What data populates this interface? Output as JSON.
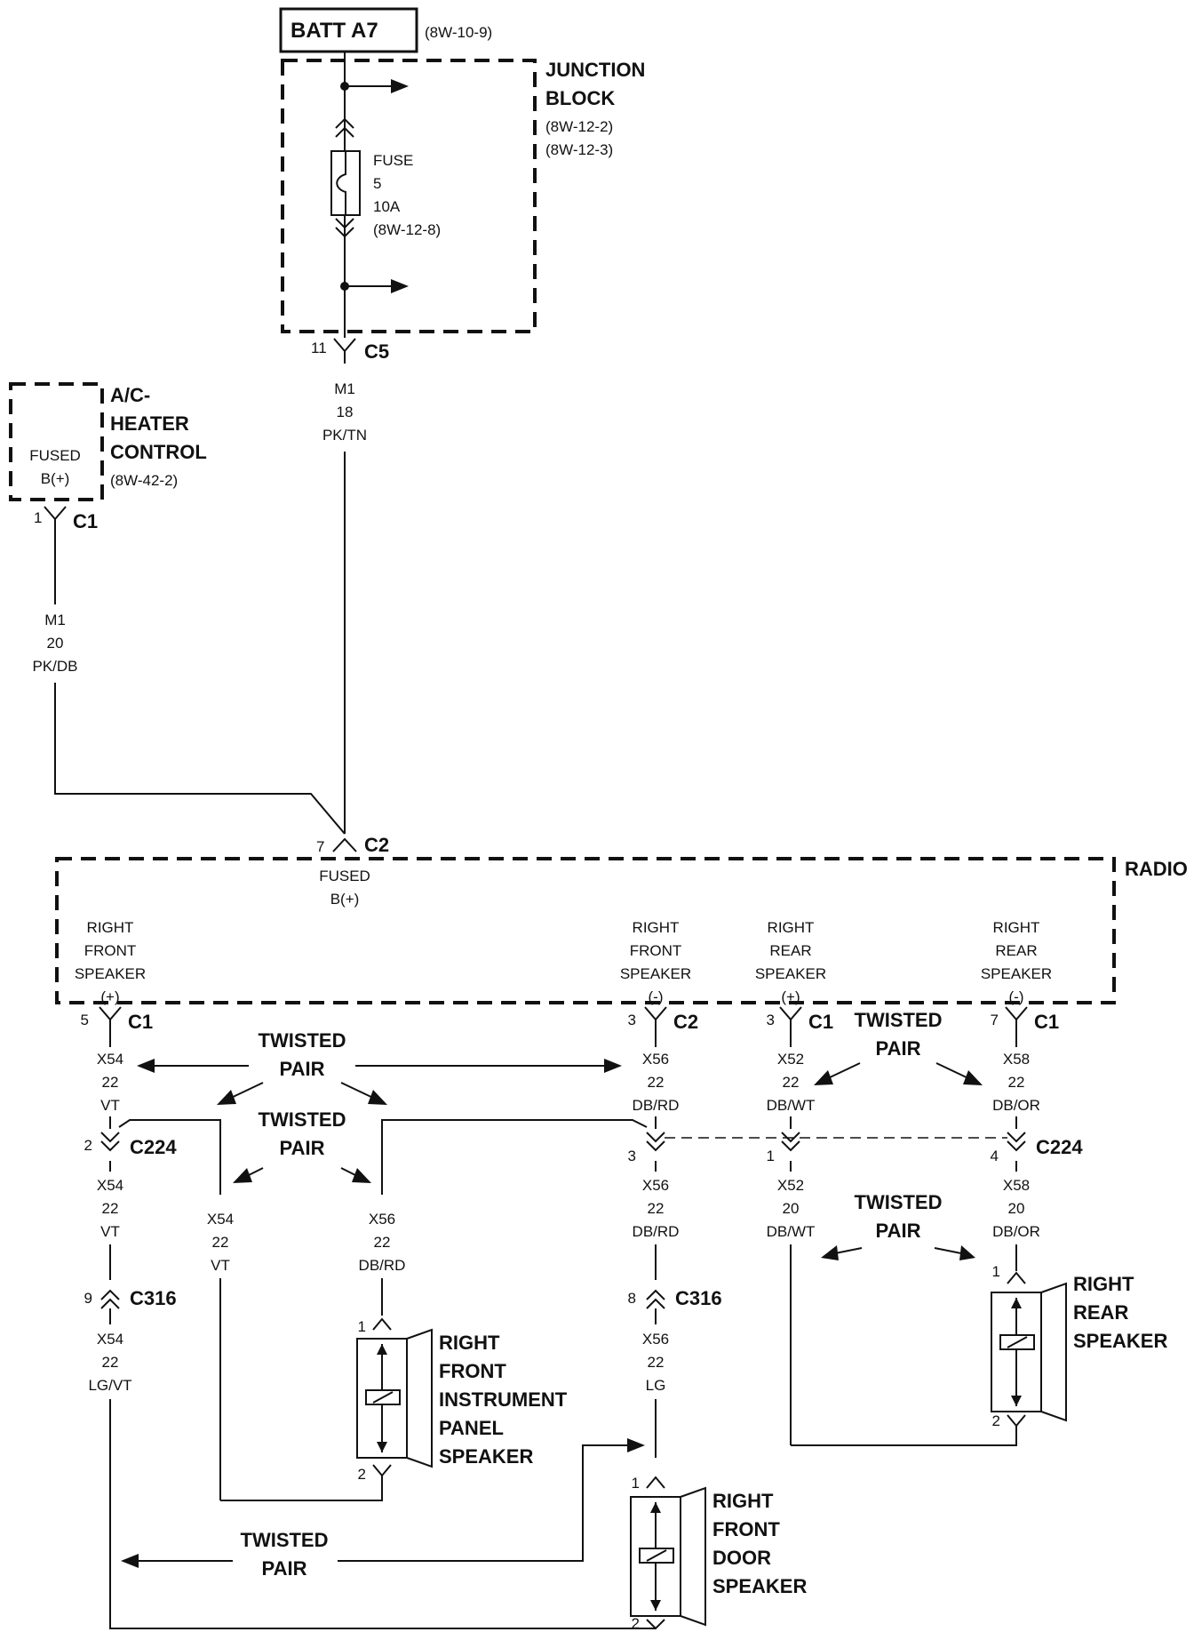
{
  "battery": {
    "label": "BATT A7",
    "ref": "(8W-10-9)"
  },
  "junction_block": {
    "line1": "JUNCTION",
    "line2": "BLOCK",
    "ref1": "(8W-12-2)",
    "ref2": "(8W-12-3)"
  },
  "fuse": {
    "line1": "FUSE",
    "line2": "5",
    "line3": "10A",
    "line4": "(8W-12-8)"
  },
  "c5": {
    "pin": "11",
    "name": "C5"
  },
  "wire_m1_18": {
    "circuit": "M1",
    "gauge": "18",
    "color": "PK/TN"
  },
  "ac_heater": {
    "line1": "A/C-",
    "line2": "HEATER",
    "line3": "CONTROL",
    "ref": "(8W-42-2)",
    "inner1": "FUSED",
    "inner2": "B(+)"
  },
  "ac_c1": {
    "pin": "1",
    "name": "C1"
  },
  "wire_m1_20": {
    "circuit": "M1",
    "gauge": "20",
    "color": "PK/DB"
  },
  "radio": {
    "label": "RADIO",
    "c2": {
      "pin": "7",
      "name": "C2"
    },
    "fused1": "FUSED",
    "fused2": "B(+)",
    "outputs": [
      {
        "l1": "RIGHT",
        "l2": "FRONT",
        "l3": "SPEAKER",
        "pol": "(+)",
        "pin": "5",
        "conn": "C1"
      },
      {
        "l1": "RIGHT",
        "l2": "FRONT",
        "l3": "SPEAKER",
        "pol": "(-)",
        "pin": "3",
        "conn": "C2"
      },
      {
        "l1": "RIGHT",
        "l2": "REAR",
        "l3": "SPEAKER",
        "pol": "(+)",
        "pin": "3",
        "conn": "C1"
      },
      {
        "l1": "RIGHT",
        "l2": "REAR",
        "l3": "SPEAKER",
        "pol": "(-)",
        "pin": "7",
        "conn": "C1"
      }
    ]
  },
  "twisted_pair": {
    "l1": "TWISTED",
    "l2": "PAIR"
  },
  "wires": {
    "x54_a": {
      "circuit": "X54",
      "gauge": "22",
      "color": "VT"
    },
    "x56_a": {
      "circuit": "X56",
      "gauge": "22",
      "color": "DB/RD"
    },
    "x52_a": {
      "circuit": "X52",
      "gauge": "22",
      "color": "DB/WT"
    },
    "x58_a": {
      "circuit": "X58",
      "gauge": "22",
      "color": "DB/OR"
    },
    "x54_b": {
      "circuit": "X54",
      "gauge": "22",
      "color": "VT"
    },
    "x54_ip": {
      "circuit": "X54",
      "gauge": "22",
      "color": "VT"
    },
    "x56_ip": {
      "circuit": "X56",
      "gauge": "22",
      "color": "DB/RD"
    },
    "x56_b": {
      "circuit": "X56",
      "gauge": "22",
      "color": "DB/RD"
    },
    "x52_b": {
      "circuit": "X52",
      "gauge": "20",
      "color": "DB/WT"
    },
    "x58_b": {
      "circuit": "X58",
      "gauge": "20",
      "color": "DB/OR"
    },
    "x54_c": {
      "circuit": "X54",
      "gauge": "22",
      "color": "LG/VT"
    },
    "x56_c": {
      "circuit": "X56",
      "gauge": "22",
      "color": "LG"
    }
  },
  "c224": {
    "name": "C224",
    "pin_x54": "2",
    "pin_x56": "3",
    "pin_x52": "1",
    "pin_x58": "4"
  },
  "c316": {
    "name": "C316",
    "pin_x54": "9",
    "pin_x56": "8"
  },
  "speakers": {
    "ip": {
      "l1": "RIGHT",
      "l2": "FRONT",
      "l3": "INSTRUMENT",
      "l4": "PANEL",
      "l5": "SPEAKER",
      "pin_top": "1",
      "pin_bot": "2"
    },
    "door": {
      "l1": "RIGHT",
      "l2": "FRONT",
      "l3": "DOOR",
      "l4": "SPEAKER",
      "pin_top": "1",
      "pin_bot": "2"
    },
    "rear": {
      "l1": "RIGHT",
      "l2": "REAR",
      "l3": "SPEAKER",
      "pin_top": "1",
      "pin_bot": "2"
    }
  }
}
